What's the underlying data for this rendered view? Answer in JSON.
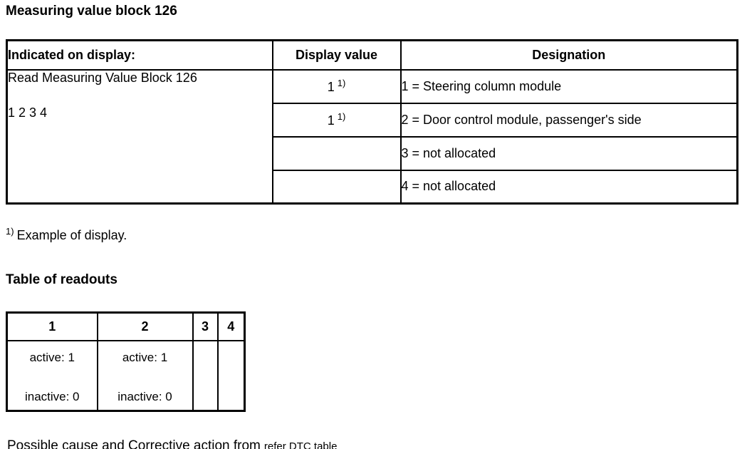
{
  "page": {
    "title": "Measuring value block 126",
    "readouts_heading": "Table of readouts"
  },
  "main_table": {
    "headers": [
      "Indicated on display:",
      "Display value",
      "Designation"
    ],
    "indicated": {
      "line1": "Read Measuring Value Block 126",
      "line2": "1 2 3 4"
    },
    "rows": [
      {
        "display_value": "1",
        "display_note": "1)",
        "designation": "1 = Steering column module"
      },
      {
        "display_value": "1",
        "display_note": "1)",
        "designation": "2 = Door control module, passenger's side"
      },
      {
        "display_value": "",
        "display_note": "",
        "designation": "3 = not allocated"
      },
      {
        "display_value": "",
        "display_note": "",
        "designation": "4 = not allocated"
      }
    ]
  },
  "footnote": {
    "marker": "1)",
    "text": "Example of display."
  },
  "readouts_table": {
    "headers": [
      "1",
      "2",
      "3",
      "4"
    ],
    "columns": [
      {
        "active": "active: 1",
        "inactive": "inactive: 0"
      },
      {
        "active": "active: 1",
        "inactive": "inactive: 0"
      },
      {
        "active": "",
        "inactive": ""
      },
      {
        "active": "",
        "inactive": ""
      }
    ]
  },
  "bottom": {
    "main": "Possible cause and Corrective action from",
    "small": "refer DTC table"
  },
  "colors": {
    "text": "#000000",
    "background": "#ffffff",
    "border": "#000000"
  }
}
